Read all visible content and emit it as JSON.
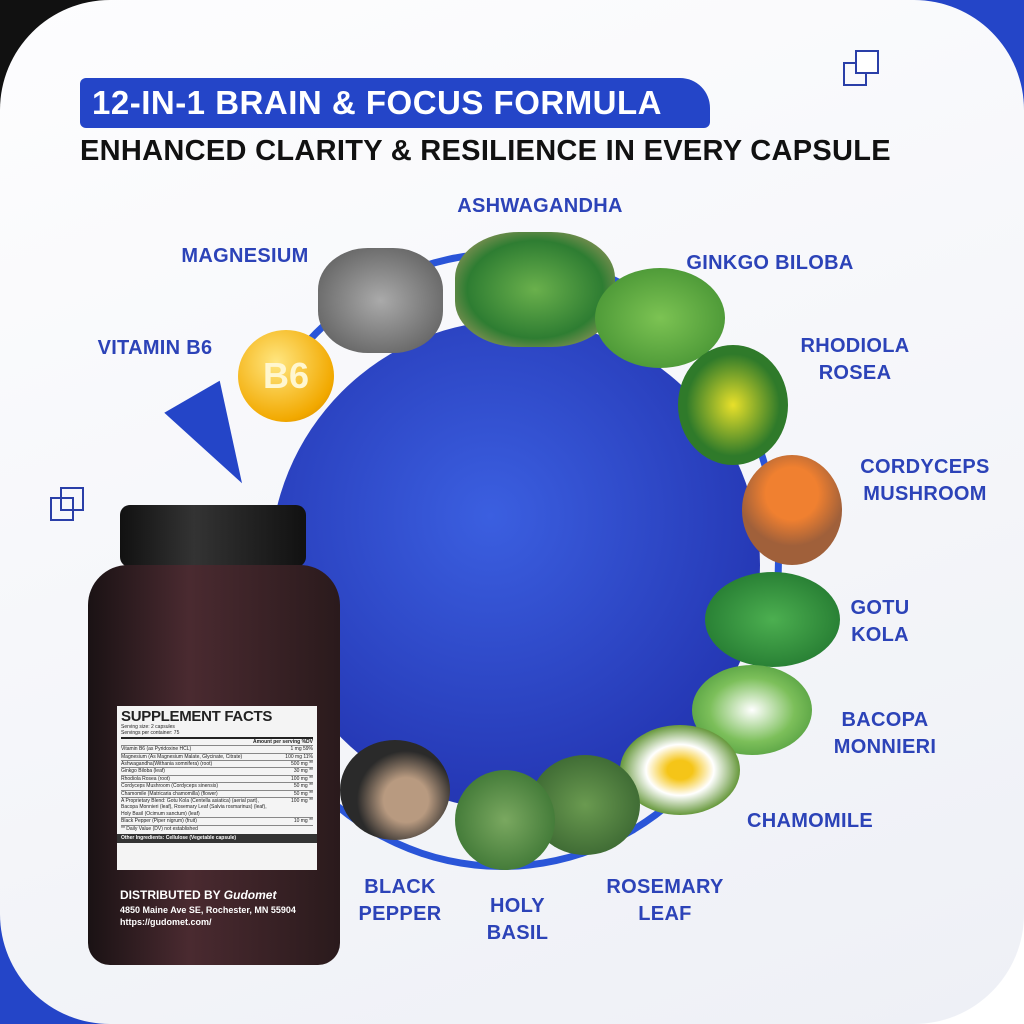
{
  "header": {
    "title": "12-IN-1 BRAIN & FOCUS FORMULA",
    "subtitle": "ENHANCED CLARITY & RESILIENCE IN EVERY CAPSULE"
  },
  "colors": {
    "brand_blue": "#2445c8",
    "label_blue": "#2c43b8"
  },
  "ingredients": [
    {
      "name": "ASHWAGANDHA"
    },
    {
      "name": "MAGNESIUM"
    },
    {
      "name": "GINKGO BILOBA"
    },
    {
      "name": "VITAMIN B6"
    },
    {
      "name": "RHODIOLA\nROSEA"
    },
    {
      "name": "CORDYCEPS\nMUSHROOM"
    },
    {
      "name": "GOTU\nKOLA"
    },
    {
      "name": "BACOPA\nMONNIERI"
    },
    {
      "name": "CHAMOMILE"
    },
    {
      "name": "BLACK\nPEPPER"
    },
    {
      "name": "ROSEMARY\nLEAF"
    },
    {
      "name": "HOLY\nBASIL"
    }
  ],
  "b6_badge": "B6",
  "label": {
    "title": "SUPPLEMENT FACTS",
    "serving_size": "Serving size: 2 capsules",
    "servings": "Servings per container: 75",
    "header_amount": "Amount per serving  %DV",
    "rows": [
      [
        "Vitamin B6 (as Pyridoxine HCL)",
        "1 mg  59%"
      ],
      [
        "Magnesium (As Magnesium Malate, Glycinate, Citrate)",
        "100 mg  11%"
      ],
      [
        "Ashwagandha(Withania somnifera) (root)",
        "500 mg  **"
      ],
      [
        "Ginkgo Biloba (leaf)",
        "30 mg  **"
      ],
      [
        "Rhodiola Rosea (root)",
        "100 mg  **"
      ],
      [
        "Cordyceps Mushroom (Cordyceps sinensis)",
        "50 mg  **"
      ],
      [
        "Chamomile (Matricaria chamomilla) (flower)",
        "50 mg  **"
      ],
      [
        "A Proprietary Blend: Gotu Kola (Centella asiatica) (aerial part), Bacopa Monnieri (leaf), Rosemary Leaf (Salvia rosmarinus) (leaf), Holy Basil (Ocimum sanctum) (leaf)",
        "100 mg  **"
      ],
      [
        "Black Pepper (Piper nigrum) (fruit)",
        "10 mg  **"
      ]
    ],
    "dv_note": "** Daily Value (DV) not established",
    "other": "Other Ingredients: Cellulose (Vegetable capsule)"
  },
  "distributor": {
    "line": "DISTRIBUTED BY",
    "brand": "Gudomet",
    "address": "4850 Maine Ave SE, Rochester, MN 55904",
    "url": "https://gudomet.com/"
  }
}
